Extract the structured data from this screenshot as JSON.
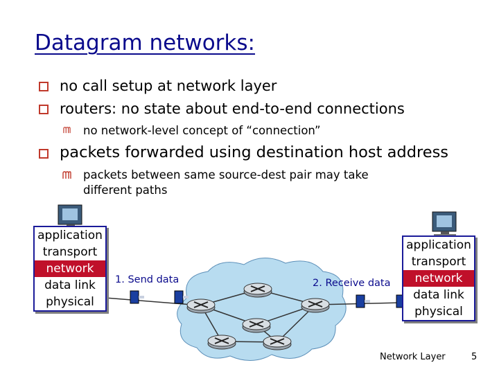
{
  "slide": {
    "title": "Datagram networks:",
    "bullets": [
      "no call setup at network layer",
      "routers: no state about end-to-end connections"
    ],
    "sub_bullet_1": "no network-level concept of “connection”",
    "bullet_3": "packets forwarded using destination host address",
    "sub_bullet_2_line1": "packets between same source-dest pair may take",
    "sub_bullet_2_line2": "different paths",
    "left_stack": [
      "application",
      "transport",
      "network",
      "data link",
      "physical"
    ],
    "right_stack": [
      "application",
      "transport",
      "network",
      "data link",
      "physical"
    ],
    "send_label": "1. Send data",
    "receive_label": "2. Receive data",
    "footer_left": "Network Layer",
    "page_number": "5"
  },
  "colors": {
    "title": "#0a0a8c",
    "bullet_box": "#c0392b",
    "network_layer": "#c0102a",
    "cloud": "#b8dcf0"
  },
  "icons": [
    "checkbox-bullet-icon",
    "computer-icon",
    "router-icon",
    "packet-icon"
  ]
}
